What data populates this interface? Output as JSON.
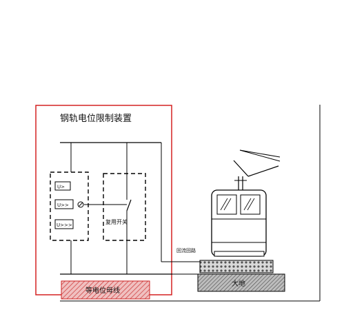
{
  "device": {
    "title": "钢轨电位限制装置",
    "relay_labels": [
      "U>",
      "U>>",
      "U>>>"
    ],
    "reset_switch_label": "复用开关"
  },
  "bus_label": "等电位母线",
  "return_path_label": "回流回路",
  "ground_label": "大地",
  "colors": {
    "device_border": "#d42020",
    "bus_fill": "#e8a8a8",
    "bus_border": "#cc2222",
    "ground_fill": "#999999",
    "ballast_fill": "#b0b0b0",
    "line": "#000000"
  }
}
